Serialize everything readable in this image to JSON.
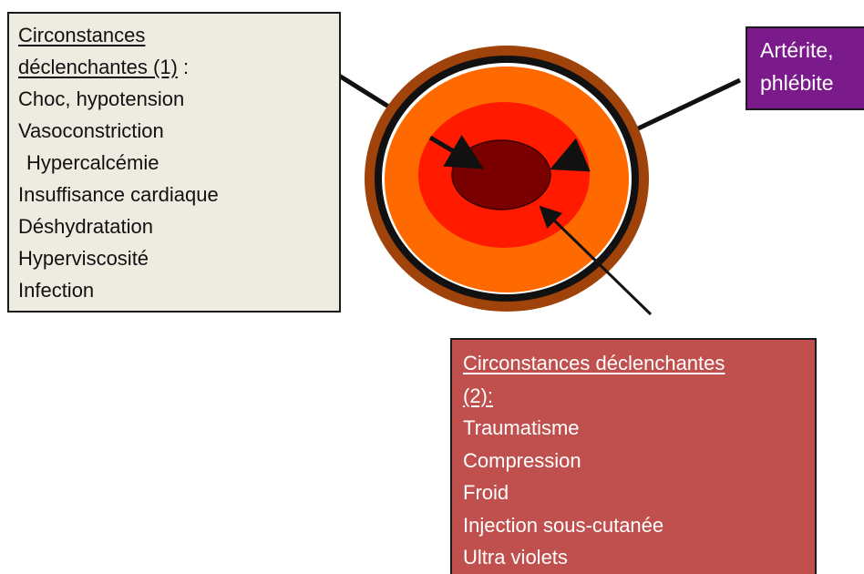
{
  "colors": {
    "outer_ring": "#a0430a",
    "black_ring": "#111111",
    "white_ring": "#ffffff",
    "orange_zone": "#ff6a00",
    "red_zone": "#ff1a00",
    "core": "#7a0000",
    "left_box_bg": "#eeebe0",
    "bottom_box_bg": "#c0504d",
    "top_right_box_bg": "#7b1a8a"
  },
  "left_box": {
    "title_line1": "Circonstances",
    "title_line2": "déclenchantes (1)",
    "title_suffix": " :",
    "items": [
      "Choc, hypotension",
      "Vasoconstriction",
      "Hypercalcémie",
      "Insuffisance cardiaque",
      "Déshydratation",
      "Hyperviscosité",
      "Infection"
    ]
  },
  "top_right_box": {
    "line1": "Artérite,",
    "line2": "phlébite"
  },
  "bottom_box": {
    "title_line1": "Circonstances déclenchantes",
    "title_line2": "(2):",
    "items": [
      "Traumatisme",
      "Compression",
      "Froid",
      "Injection sous-cutanée",
      "Ultra violets"
    ]
  }
}
